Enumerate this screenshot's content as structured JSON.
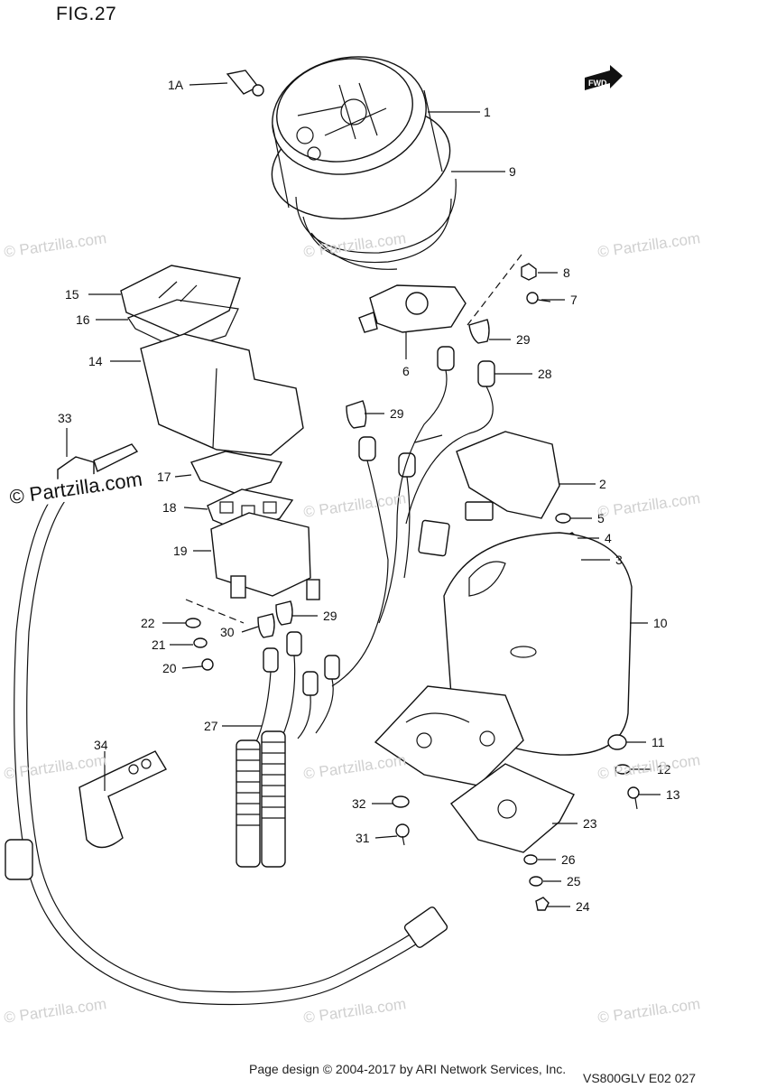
{
  "figure": {
    "title": "FIG.27"
  },
  "fwd_badge": "FWD",
  "watermark": "© Partzilla.com",
  "watermark_strong": "© Partzilla.com",
  "footer": {
    "copyright": "Page design © 2004-2017 by ARI Network Services, Inc.",
    "diagram_code": "VS800GLV E02 027"
  },
  "callouts": [
    "1A",
    "1",
    "9",
    "8",
    "7",
    "29",
    "6",
    "28",
    "15",
    "16",
    "14",
    "29",
    "33",
    "2",
    "17",
    "5",
    "18",
    "4",
    "3",
    "19",
    "10",
    "29",
    "22",
    "30",
    "21",
    "20",
    "27",
    "34",
    "11",
    "12",
    "13",
    "32",
    "23",
    "31",
    "26",
    "25",
    "24"
  ]
}
